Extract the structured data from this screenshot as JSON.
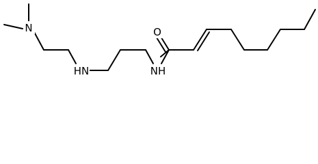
{
  "atom_labels": {
    "dimethylamino_n": "N",
    "amine_nh": "HN",
    "carbonyl_o": "O",
    "amide_nh": "NH"
  },
  "colors": {
    "bond": "#000000",
    "label": "#000000",
    "background": "#ffffff"
  }
}
